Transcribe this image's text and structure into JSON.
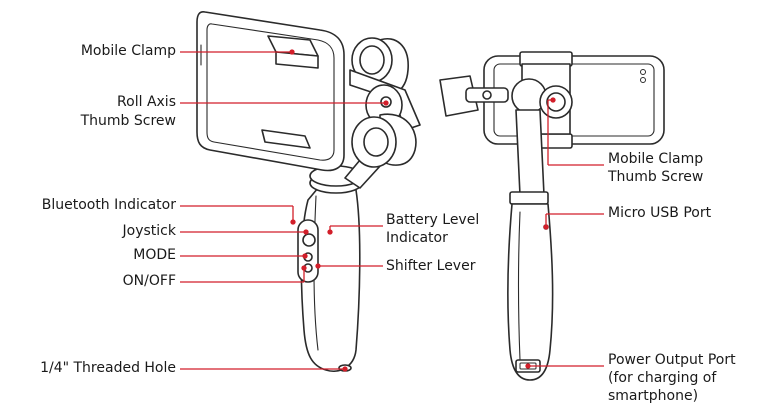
{
  "colors": {
    "leader": "#d21f2a",
    "outline": "#2b2b2b",
    "fill": "#ffffff"
  },
  "labels": {
    "mobile_clamp": "Mobile Clamp",
    "roll_axis_line1": "Roll Axis",
    "roll_axis_line2": "Thumb Screw",
    "bluetooth_indicator": "Bluetooth Indicator",
    "joystick": "Joystick",
    "mode": "MODE",
    "on_off": "ON/OFF",
    "threaded_hole": "1/4\" Threaded Hole",
    "battery_line1": "Battery Level",
    "battery_line2": "Indicator",
    "shifter_lever": "Shifter Lever",
    "clamp_screw_line1": "Mobile Clamp",
    "clamp_screw_line2": "Thumb Screw",
    "micro_usb": "Micro USB Port",
    "power_line1": "Power Output Port",
    "power_line2": "(for charging of",
    "power_line3": "smartphone)"
  }
}
